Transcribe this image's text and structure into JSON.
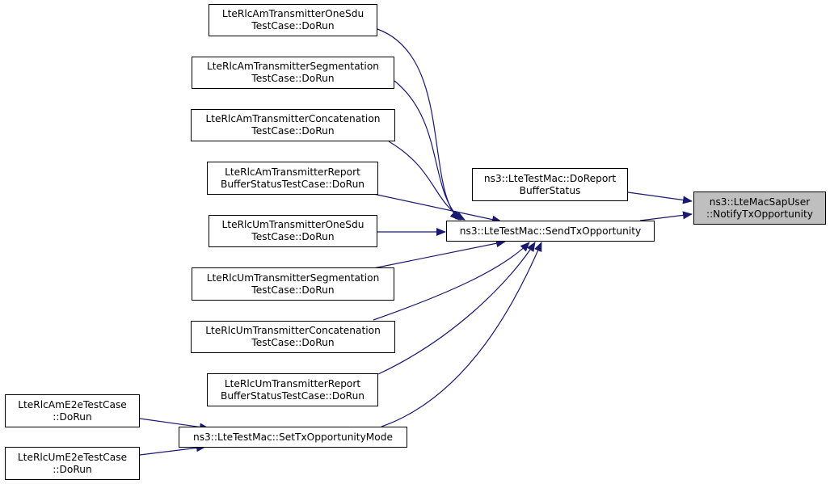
{
  "colors": {
    "edge": "#191970",
    "node_border": "#000000",
    "node_fill": "#ffffff",
    "focus_fill": "#bfbfbf"
  },
  "nodes": {
    "am_onesdu": {
      "line1": "LteRlcAmTransmitterOneSdu",
      "line2": "TestCase::DoRun"
    },
    "am_segmentation": {
      "line1": "LteRlcAmTransmitterSegmentation",
      "line2": "TestCase::DoRun"
    },
    "am_concatenation": {
      "line1": "LteRlcAmTransmitterConcatenation",
      "line2": "TestCase::DoRun"
    },
    "am_report": {
      "line1": "LteRlcAmTransmitterReport",
      "line2": "BufferStatusTestCase::DoRun"
    },
    "um_onesdu": {
      "line1": "LteRlcUmTransmitterOneSdu",
      "line2": "TestCase::DoRun"
    },
    "um_segmentation": {
      "line1": "LteRlcUmTransmitterSegmentation",
      "line2": "TestCase::DoRun"
    },
    "um_concatenation": {
      "line1": "LteRlcUmTransmitterConcatenation",
      "line2": "TestCase::DoRun"
    },
    "um_report": {
      "line1": "LteRlcUmTransmitterReport",
      "line2": "BufferStatusTestCase::DoRun"
    },
    "am_e2e": {
      "line1": "LteRlcAmE2eTestCase",
      "line2": "::DoRun"
    },
    "um_e2e": {
      "line1": "LteRlcUmE2eTestCase",
      "line2": "::DoRun"
    },
    "do_report": {
      "line1": "ns3::LteTestMac::DoReport",
      "line2": "BufferStatus"
    },
    "send_tx": {
      "line1": "ns3::LteTestMac::SendTxOpportunity"
    },
    "set_tx_mode": {
      "line1": "ns3::LteTestMac::SetTxOpportunityMode"
    },
    "notify": {
      "line1": "ns3::LteMacSapUser",
      "line2": "::NotifyTxOpportunity"
    }
  }
}
